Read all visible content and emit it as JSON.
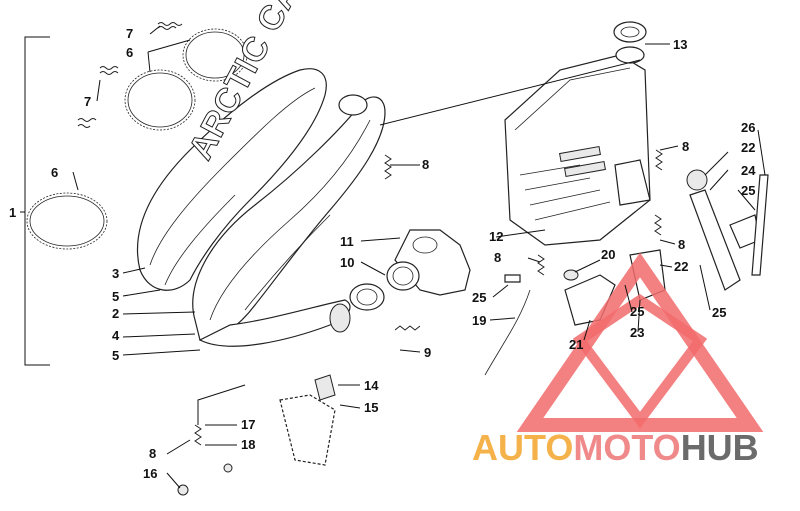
{
  "diagram": {
    "stamp_text": "ARCTIC CAT",
    "callouts": [
      {
        "id": "c1",
        "label": "1"
      },
      {
        "id": "c2",
        "label": "2"
      },
      {
        "id": "c3",
        "label": "3"
      },
      {
        "id": "c4",
        "label": "4"
      },
      {
        "id": "c5a",
        "label": "5"
      },
      {
        "id": "c5b",
        "label": "5"
      },
      {
        "id": "c6a",
        "label": "6"
      },
      {
        "id": "c6b",
        "label": "6"
      },
      {
        "id": "c7a",
        "label": "7"
      },
      {
        "id": "c7b",
        "label": "7"
      },
      {
        "id": "c8a",
        "label": "8"
      },
      {
        "id": "c8b",
        "label": "8"
      },
      {
        "id": "c8c",
        "label": "8"
      },
      {
        "id": "c8d",
        "label": "8"
      },
      {
        "id": "c8e",
        "label": "8"
      },
      {
        "id": "c9",
        "label": "9"
      },
      {
        "id": "c10",
        "label": "10"
      },
      {
        "id": "c11",
        "label": "11"
      },
      {
        "id": "c12",
        "label": "12"
      },
      {
        "id": "c13",
        "label": "13"
      },
      {
        "id": "c14",
        "label": "14"
      },
      {
        "id": "c15",
        "label": "15"
      },
      {
        "id": "c16",
        "label": "16"
      },
      {
        "id": "c17",
        "label": "17"
      },
      {
        "id": "c18",
        "label": "18"
      },
      {
        "id": "c19",
        "label": "19"
      },
      {
        "id": "c20",
        "label": "20"
      },
      {
        "id": "c21",
        "label": "21"
      },
      {
        "id": "c22a",
        "label": "22"
      },
      {
        "id": "c22b",
        "label": "22"
      },
      {
        "id": "c23",
        "label": "23"
      },
      {
        "id": "c24",
        "label": "24"
      },
      {
        "id": "c25a",
        "label": "25"
      },
      {
        "id": "c25b",
        "label": "25"
      },
      {
        "id": "c25c",
        "label": "25"
      },
      {
        "id": "c25d",
        "label": "25"
      },
      {
        "id": "c26",
        "label": "26"
      }
    ]
  },
  "watermark": {
    "part1": "AUTO",
    "part2": "MOTO",
    "part3": "HUB",
    "color1": "#f5b14a",
    "color2": "#f08a8a",
    "color3": "#6b6b6b",
    "triangle_color": "#f26b6b"
  }
}
